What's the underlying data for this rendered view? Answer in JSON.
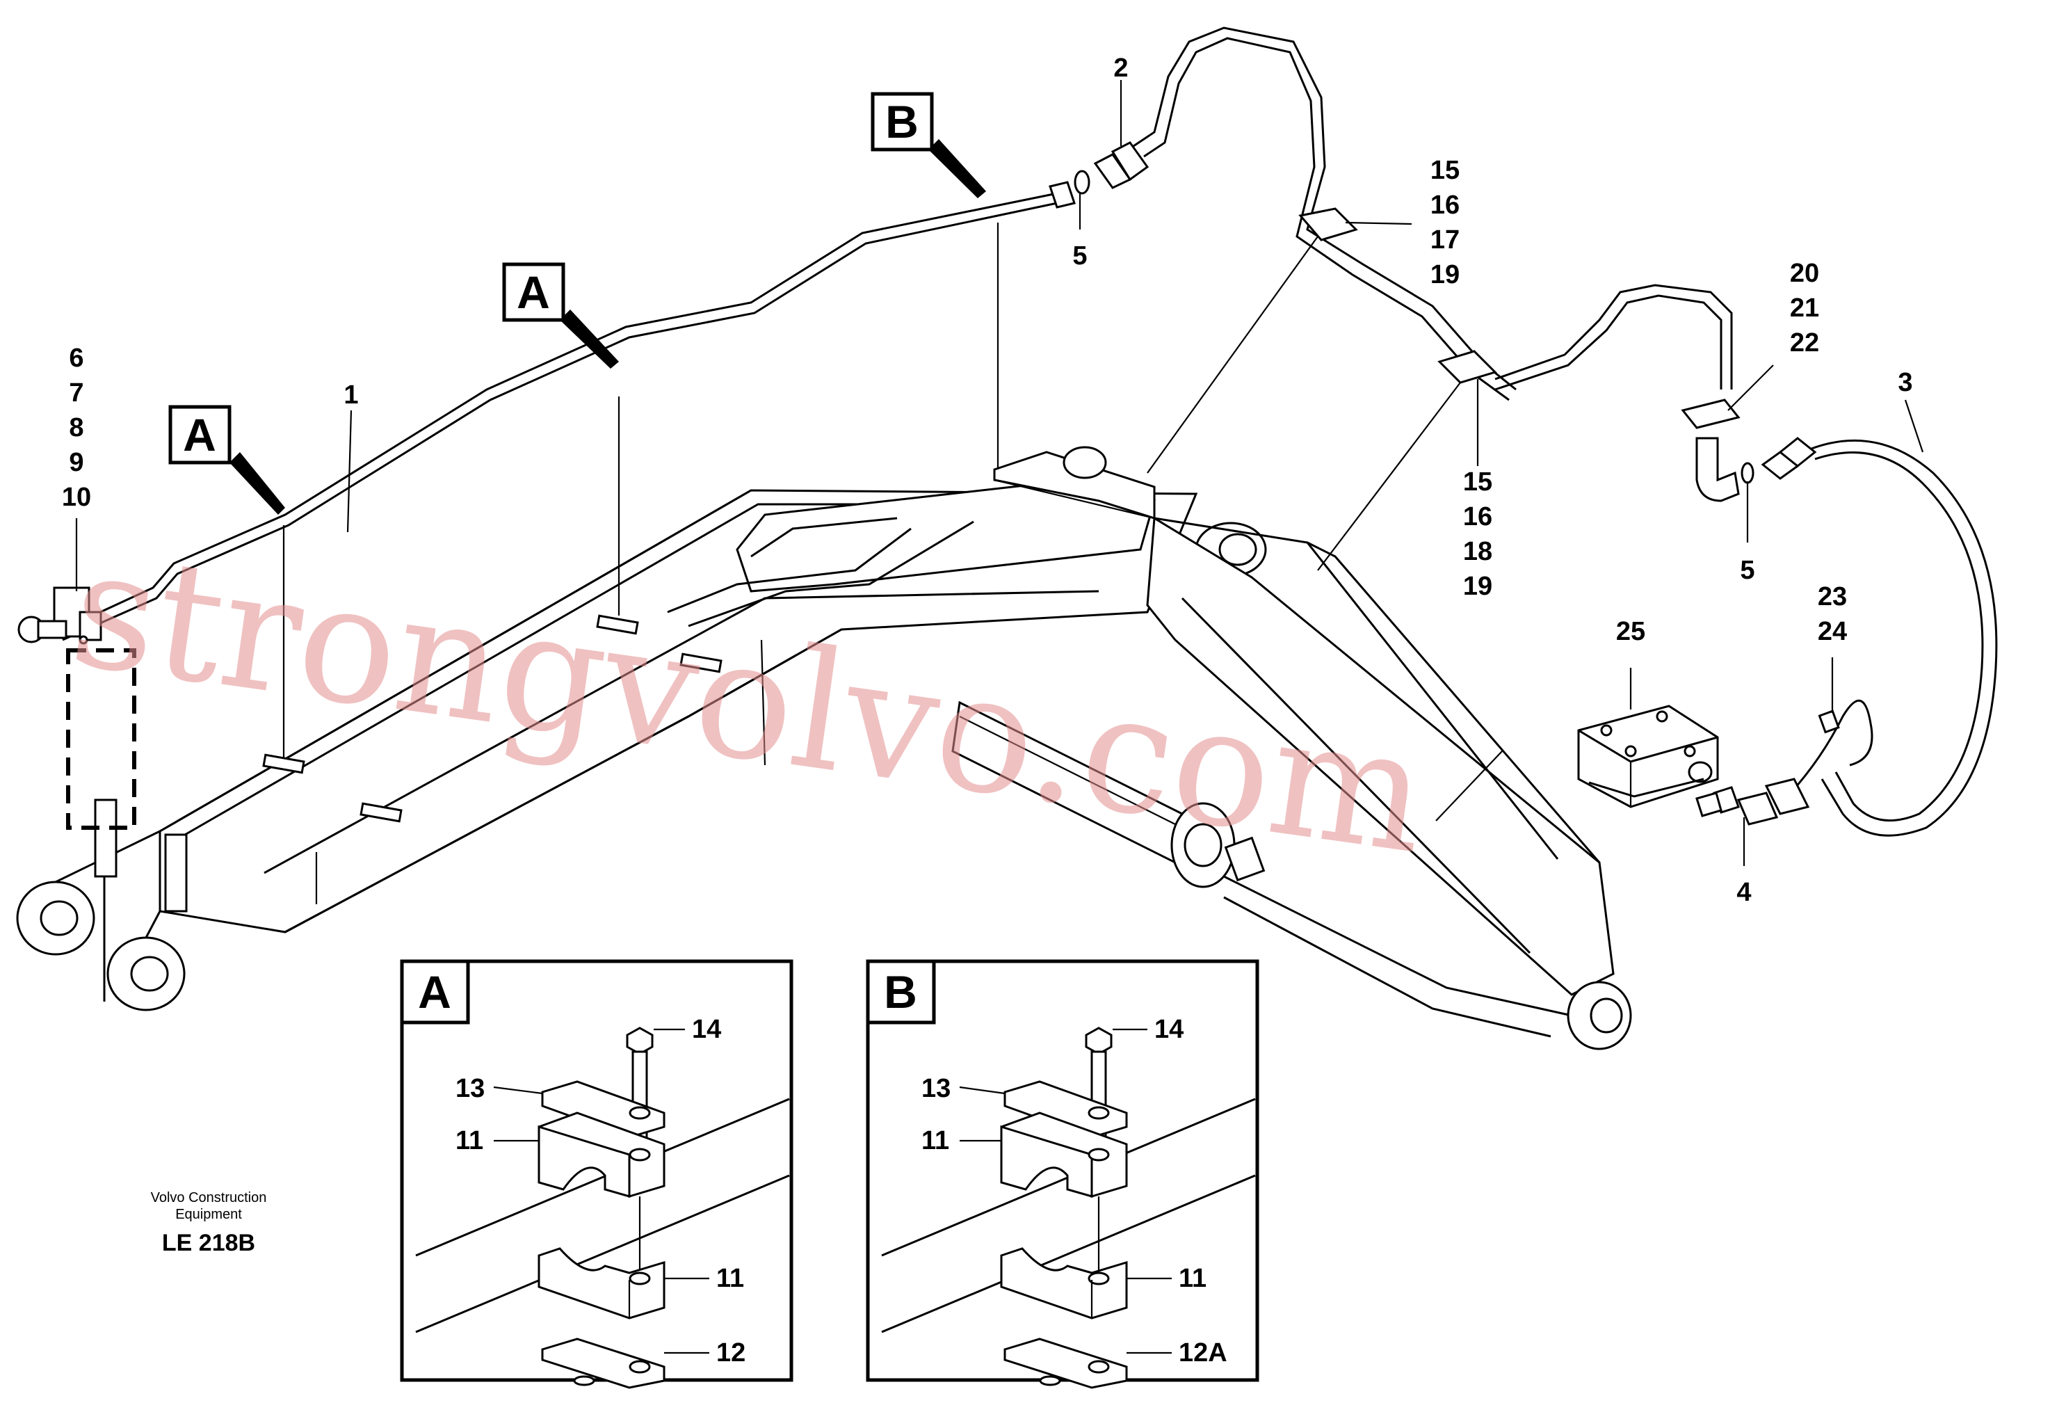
{
  "drawing": {
    "credit_line1": "Volvo Construction",
    "credit_line2": "Equipment",
    "code": "LE 218B"
  },
  "watermark": "strongvolvo.com",
  "callouts": {
    "c1": "1",
    "c2": "2",
    "c3": "3",
    "c4": "4",
    "c5a": "5",
    "c5b": "5",
    "c6": "6",
    "c7": "7",
    "c8": "8",
    "c9": "9",
    "c10": "10",
    "c15a": "15",
    "c16a": "16",
    "c17": "17",
    "c19a": "19",
    "c15b": "15",
    "c16b": "16",
    "c18": "18",
    "c19b": "19",
    "c20": "20",
    "c21": "21",
    "c22": "22",
    "c23": "23",
    "c24": "24",
    "c25": "25"
  },
  "section_flags": {
    "a_left": "A",
    "a_mid": "A",
    "b_top": "B"
  },
  "detail_a": {
    "letter": "A",
    "labels": {
      "bolt": "14",
      "plate_top": "13",
      "clamp_top": "11",
      "clamp_bottom": "11",
      "plate_bottom": "12"
    }
  },
  "detail_b": {
    "letter": "B",
    "labels": {
      "bolt": "14",
      "plate_top": "13",
      "clamp_top": "11",
      "clamp_bottom": "11",
      "plate_bottom": "12A"
    }
  }
}
